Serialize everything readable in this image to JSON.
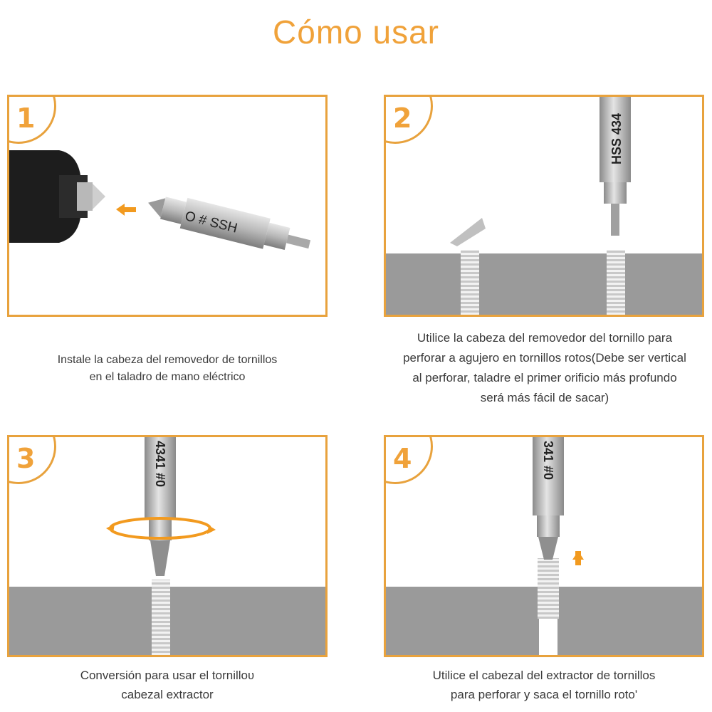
{
  "title": "Cómo usar",
  "steps": [
    {
      "number": "1",
      "engraving": "O # SSH",
      "caption": [
        "Instale la cabeza del removedor de tornillos",
        "en el taladro de mano eléctrico"
      ]
    },
    {
      "number": "2",
      "engraving": "HSS 434",
      "caption": [
        "Utilice la cabeza del removedor del tornillo para",
        "perforar a agujero en tornillos rotos(Debe ser vertical",
        "al perforar, taladre el primer orificio más profundo",
        "será más fácil de sacar)"
      ]
    },
    {
      "number": "3",
      "engraving": "4341 #0",
      "caption": [
        "Conversión para usar el tornilloʋ",
        "cabezal extractor"
      ]
    },
    {
      "number": "4",
      "engraving": "341 #0",
      "caption": [
        "Utilice el cabezal del extractor de tornillos",
        "para perforar y saca el tornillo rotoʹ"
      ]
    }
  ],
  "colors": {
    "accent": "#e8a23d",
    "title": "#f0a23a",
    "surface": "#9a9a9a",
    "arrow": "#f29a1f"
  }
}
